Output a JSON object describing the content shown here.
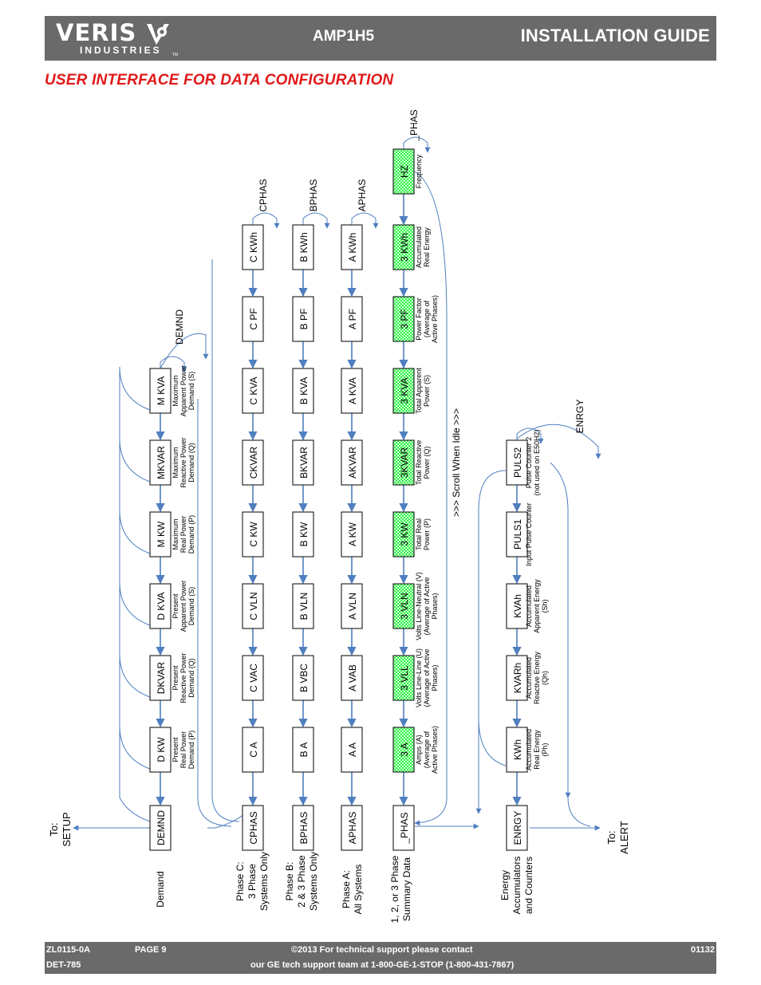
{
  "header": {
    "brand": "VERIS",
    "brand_sub": "INDUSTRIES",
    "trademark": "TM",
    "model": "AMP1H5",
    "guide_title": "INSTALLATION GUIDE"
  },
  "section_title": "USER INTERFACE FOR DATA CONFIGURATION",
  "footer": {
    "doc_id": "ZL0115-0A",
    "page": "PAGE 9",
    "copyright": "©2013 For technical support please contact",
    "support": "our GE tech support team at  1-800-GE-1-STOP (1-800-431-7867)",
    "code": "01132",
    "det": "DET-785"
  },
  "diagram": {
    "to_setup": [
      "To:",
      "SETUP"
    ],
    "to_alert": [
      "To:",
      "ALERT"
    ],
    "scroll_note": ">>>  Scroll When Idle  >>>",
    "bottom_labels": {
      "demnd": [
        "Demand"
      ],
      "cphas": [
        "Phase C:",
        "3 Phase",
        "Systems Only"
      ],
      "bphas": [
        "Phase B:",
        "2 & 3 Phase",
        "Systems Only"
      ],
      "aphas": [
        "Phase A:",
        "All Systems"
      ],
      "phas": [
        "1, 2, or 3 Phase",
        "Summary Data"
      ],
      "energy": [
        "Energy",
        "Accumulators",
        "and Counters"
      ]
    },
    "demnd_column": {
      "header": "DEMND",
      "loop_label": "DEMND",
      "items": [
        {
          "label": "D     KW",
          "desc": [
            "Present",
            "Real Power",
            "Demand (P)"
          ]
        },
        {
          "label": "DKVAR",
          "desc": [
            "Present",
            "Reactive Power",
            "Demand (Q)"
          ]
        },
        {
          "label": "D  KVA",
          "desc": [
            "Present",
            "Apparent Power",
            "Demand (S)"
          ]
        },
        {
          "label": "M     KW",
          "desc": [
            "Maximum",
            "Real Power",
            "Demand (P)"
          ]
        },
        {
          "label": "MKVAR",
          "desc": [
            "Maximum",
            "Reactive Power",
            "Demand (Q)"
          ]
        },
        {
          "label": "M  KVA",
          "desc": [
            "Maximum",
            "Apparent Power",
            "Demand (S)"
          ]
        }
      ]
    },
    "cphas_column": {
      "header": "CPHAS",
      "loop_label": "CPHAS",
      "items": [
        "C     A",
        "C VAC",
        "C VLN",
        "C     KW",
        "CKVAR",
        "C   KVA",
        "C     PF",
        "C   KWh"
      ]
    },
    "bphas_column": {
      "header": "BPHAS",
      "loop_label": "BPHAS",
      "items": [
        "B     A",
        "B VBC",
        "B VLN",
        "B     KW",
        "BKVAR",
        "B   KVA",
        "B     PF",
        "B   KWh"
      ]
    },
    "aphas_column": {
      "header": "APHAS",
      "loop_label": "APHAS",
      "items": [
        "A     A",
        "A VAB",
        "A VLN",
        "A     KW",
        "AKVAR",
        "A   KVA",
        "A     PF",
        "A   KWh"
      ]
    },
    "phas_column": {
      "header": "_PHAS",
      "loop_label": "_PHAS",
      "items": [
        {
          "label": "3     A",
          "desc": [
            "Amps (A)",
            "(Average of",
            "Active Phases)"
          ]
        },
        {
          "label": "3   VLL",
          "desc": [
            "Volts Line-Line (U)",
            "(Average of Active",
            "Phases)"
          ]
        },
        {
          "label": "3   VLN",
          "desc": [
            "Volts Line-Neutral (V)",
            "(Average of Active",
            "Phases)"
          ]
        },
        {
          "label": "3     KW",
          "desc": [
            "Total Real",
            "Power (P)"
          ]
        },
        {
          "label": "3KVAR",
          "desc": [
            "Total Reactive",
            "Power (Q)"
          ]
        },
        {
          "label": "3   KVA",
          "desc": [
            "Total Apparent",
            "Power (S)"
          ]
        },
        {
          "label": "3     PF",
          "desc": [
            "Power Factor",
            "(Average of",
            "Active Phases)"
          ]
        },
        {
          "label": "3   KWh",
          "desc": [
            "Accumulated",
            "Real Energy"
          ]
        },
        {
          "label": "HZ",
          "desc": [
            "Frequency"
          ]
        }
      ]
    },
    "energy_column": {
      "header": "ENRGY",
      "loop_label": "ENRGY",
      "items": [
        {
          "label": "KWh",
          "desc": [
            "Accumulated",
            "Real Energy",
            "(Ph)"
          ]
        },
        {
          "label": "KVARh",
          "desc": [
            "Accumulated",
            "Reactive Energy",
            "(Qh)"
          ]
        },
        {
          "label": "KVAh",
          "desc": [
            "Accumulated",
            "Apparent Energy",
            "(Sh)"
          ]
        },
        {
          "label": "PULS1",
          "desc": [
            "Input Pulse Counter"
          ]
        },
        {
          "label": "PULS2",
          "desc": [
            "Pulse Counter 2",
            "(not used on E50H2)"
          ]
        }
      ]
    },
    "colors": {
      "arrow": "#4f7fc0",
      "box_border": "#000000",
      "green_fill": "#35f04a",
      "header_bar": "#6a6a6a",
      "title_red": "#e01919"
    }
  }
}
